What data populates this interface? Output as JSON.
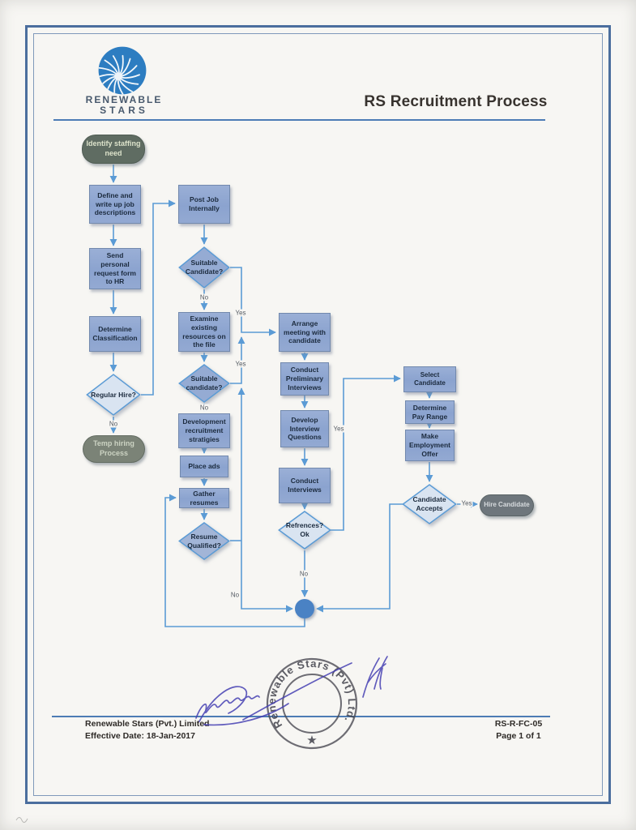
{
  "page": {
    "header": {
      "logo": {
        "line1": "RENEWABLE",
        "line2": "STARS"
      },
      "title": "RS Recruitment Process"
    },
    "flowchart": {
      "labels": {
        "yes": "Yes",
        "no": "No"
      },
      "nodes": {
        "identify_staffing_need": {
          "label": "Identify staffing need",
          "type": "terminator"
        },
        "define_job": {
          "label": "Define and write up job descriptions",
          "type": "process"
        },
        "send_request": {
          "label": "Send personal request form to HR",
          "type": "process"
        },
        "determine_classification": {
          "label": "Determine Classification",
          "type": "process"
        },
        "regular_hire": {
          "label": "Regular Hire?",
          "type": "decision"
        },
        "temp_hiring": {
          "label": "Temp hiring Process",
          "type": "terminator"
        },
        "post_job": {
          "label": "Post Job Internally",
          "type": "process"
        },
        "suitable_candidate_1": {
          "label": "Suitable Candidate?",
          "type": "decision"
        },
        "examine_existing": {
          "label": "Examine existing resources on the file",
          "type": "process"
        },
        "suitable_candidate_2": {
          "label": "Suitable candidate?",
          "type": "decision"
        },
        "development_strategies": {
          "label": "Development recruitment stratigies",
          "type": "process"
        },
        "place_ads": {
          "label": "Place ads",
          "type": "process"
        },
        "gather_resumes": {
          "label": "Gather resumes",
          "type": "process"
        },
        "resume_qualified": {
          "label": "Resume Qualified?",
          "type": "decision"
        },
        "arrange_meeting": {
          "label": "Arrange meeting with candidate",
          "type": "process"
        },
        "conduct_preliminary": {
          "label": "Conduct Preliminary Interviews",
          "type": "process"
        },
        "develop_questions": {
          "label": "Develop Interview Questions",
          "type": "process"
        },
        "conduct_interviews": {
          "label": "Conduct Interviews",
          "type": "process"
        },
        "references_ok": {
          "label": "Refrences? Ok",
          "type": "decision"
        },
        "select_candidate": {
          "label": "Select Candidate",
          "type": "process"
        },
        "determine_pay": {
          "label": "Determine Pay Range",
          "type": "process"
        },
        "make_offer": {
          "label": "Make Employment Offer",
          "type": "process"
        },
        "candidate_accepts": {
          "label": "Candidate Accepts",
          "type": "decision"
        },
        "hire_candidate": {
          "label": "Hire Candidate",
          "type": "terminator"
        }
      },
      "edges": [
        {
          "from": "identify_staffing_need",
          "to": "define_job"
        },
        {
          "from": "define_job",
          "to": "send_request"
        },
        {
          "from": "send_request",
          "to": "determine_classification"
        },
        {
          "from": "determine_classification",
          "to": "regular_hire"
        },
        {
          "from": "regular_hire",
          "to": "temp_hiring",
          "label": "No"
        },
        {
          "from": "regular_hire",
          "to": "post_job"
        },
        {
          "from": "post_job",
          "to": "suitable_candidate_1"
        },
        {
          "from": "suitable_candidate_1",
          "to": "examine_existing",
          "label": "No"
        },
        {
          "from": "suitable_candidate_1",
          "to": "arrange_meeting",
          "label": "Yes"
        },
        {
          "from": "examine_existing",
          "to": "suitable_candidate_2"
        },
        {
          "from": "suitable_candidate_2",
          "to": "arrange_meeting",
          "label": "Yes"
        },
        {
          "from": "suitable_candidate_2",
          "to": "development_strategies",
          "label": "No"
        },
        {
          "from": "development_strategies",
          "to": "place_ads"
        },
        {
          "from": "place_ads",
          "to": "gather_resumes"
        },
        {
          "from": "gather_resumes",
          "to": "resume_qualified"
        },
        {
          "from": "resume_qualified",
          "to": "arrange_meeting",
          "label": "Yes"
        },
        {
          "from": "resume_qualified",
          "to": "connector",
          "label": "No"
        },
        {
          "from": "arrange_meeting",
          "to": "conduct_preliminary"
        },
        {
          "from": "conduct_preliminary",
          "to": "develop_questions"
        },
        {
          "from": "develop_questions",
          "to": "conduct_interviews"
        },
        {
          "from": "conduct_interviews",
          "to": "references_ok"
        },
        {
          "from": "references_ok",
          "to": "select_candidate",
          "label": "Yes"
        },
        {
          "from": "references_ok",
          "to": "connector",
          "label": "No"
        },
        {
          "from": "select_candidate",
          "to": "determine_pay"
        },
        {
          "from": "determine_pay",
          "to": "make_offer"
        },
        {
          "from": "make_offer",
          "to": "candidate_accepts"
        },
        {
          "from": "candidate_accepts",
          "to": "hire_candidate",
          "label": "Yes"
        },
        {
          "from": "candidate_accepts",
          "to": "connector"
        },
        {
          "from": "connector",
          "to": "gather_resumes"
        }
      ]
    },
    "stamp": {
      "text": "Renewable Stars (Pvt) Ltd.",
      "star": "★"
    },
    "footer": {
      "company": "Renewable Stars (Pvt.) Limited",
      "effective": "Effective Date: 18-Jan-2017",
      "doc_code": "RS-R-FC-05",
      "page": "Page 1 of 1"
    },
    "colors": {
      "accent_blue": "#5b9bd5",
      "process_fill": "#8ca4d0",
      "decision_light": "#d9e4f1",
      "terminator_dark": "#5f6c62",
      "frame_blue": "#4b6e9e",
      "stamp_ink": "#4a4a52",
      "signature_ink": "#4640b3"
    }
  }
}
